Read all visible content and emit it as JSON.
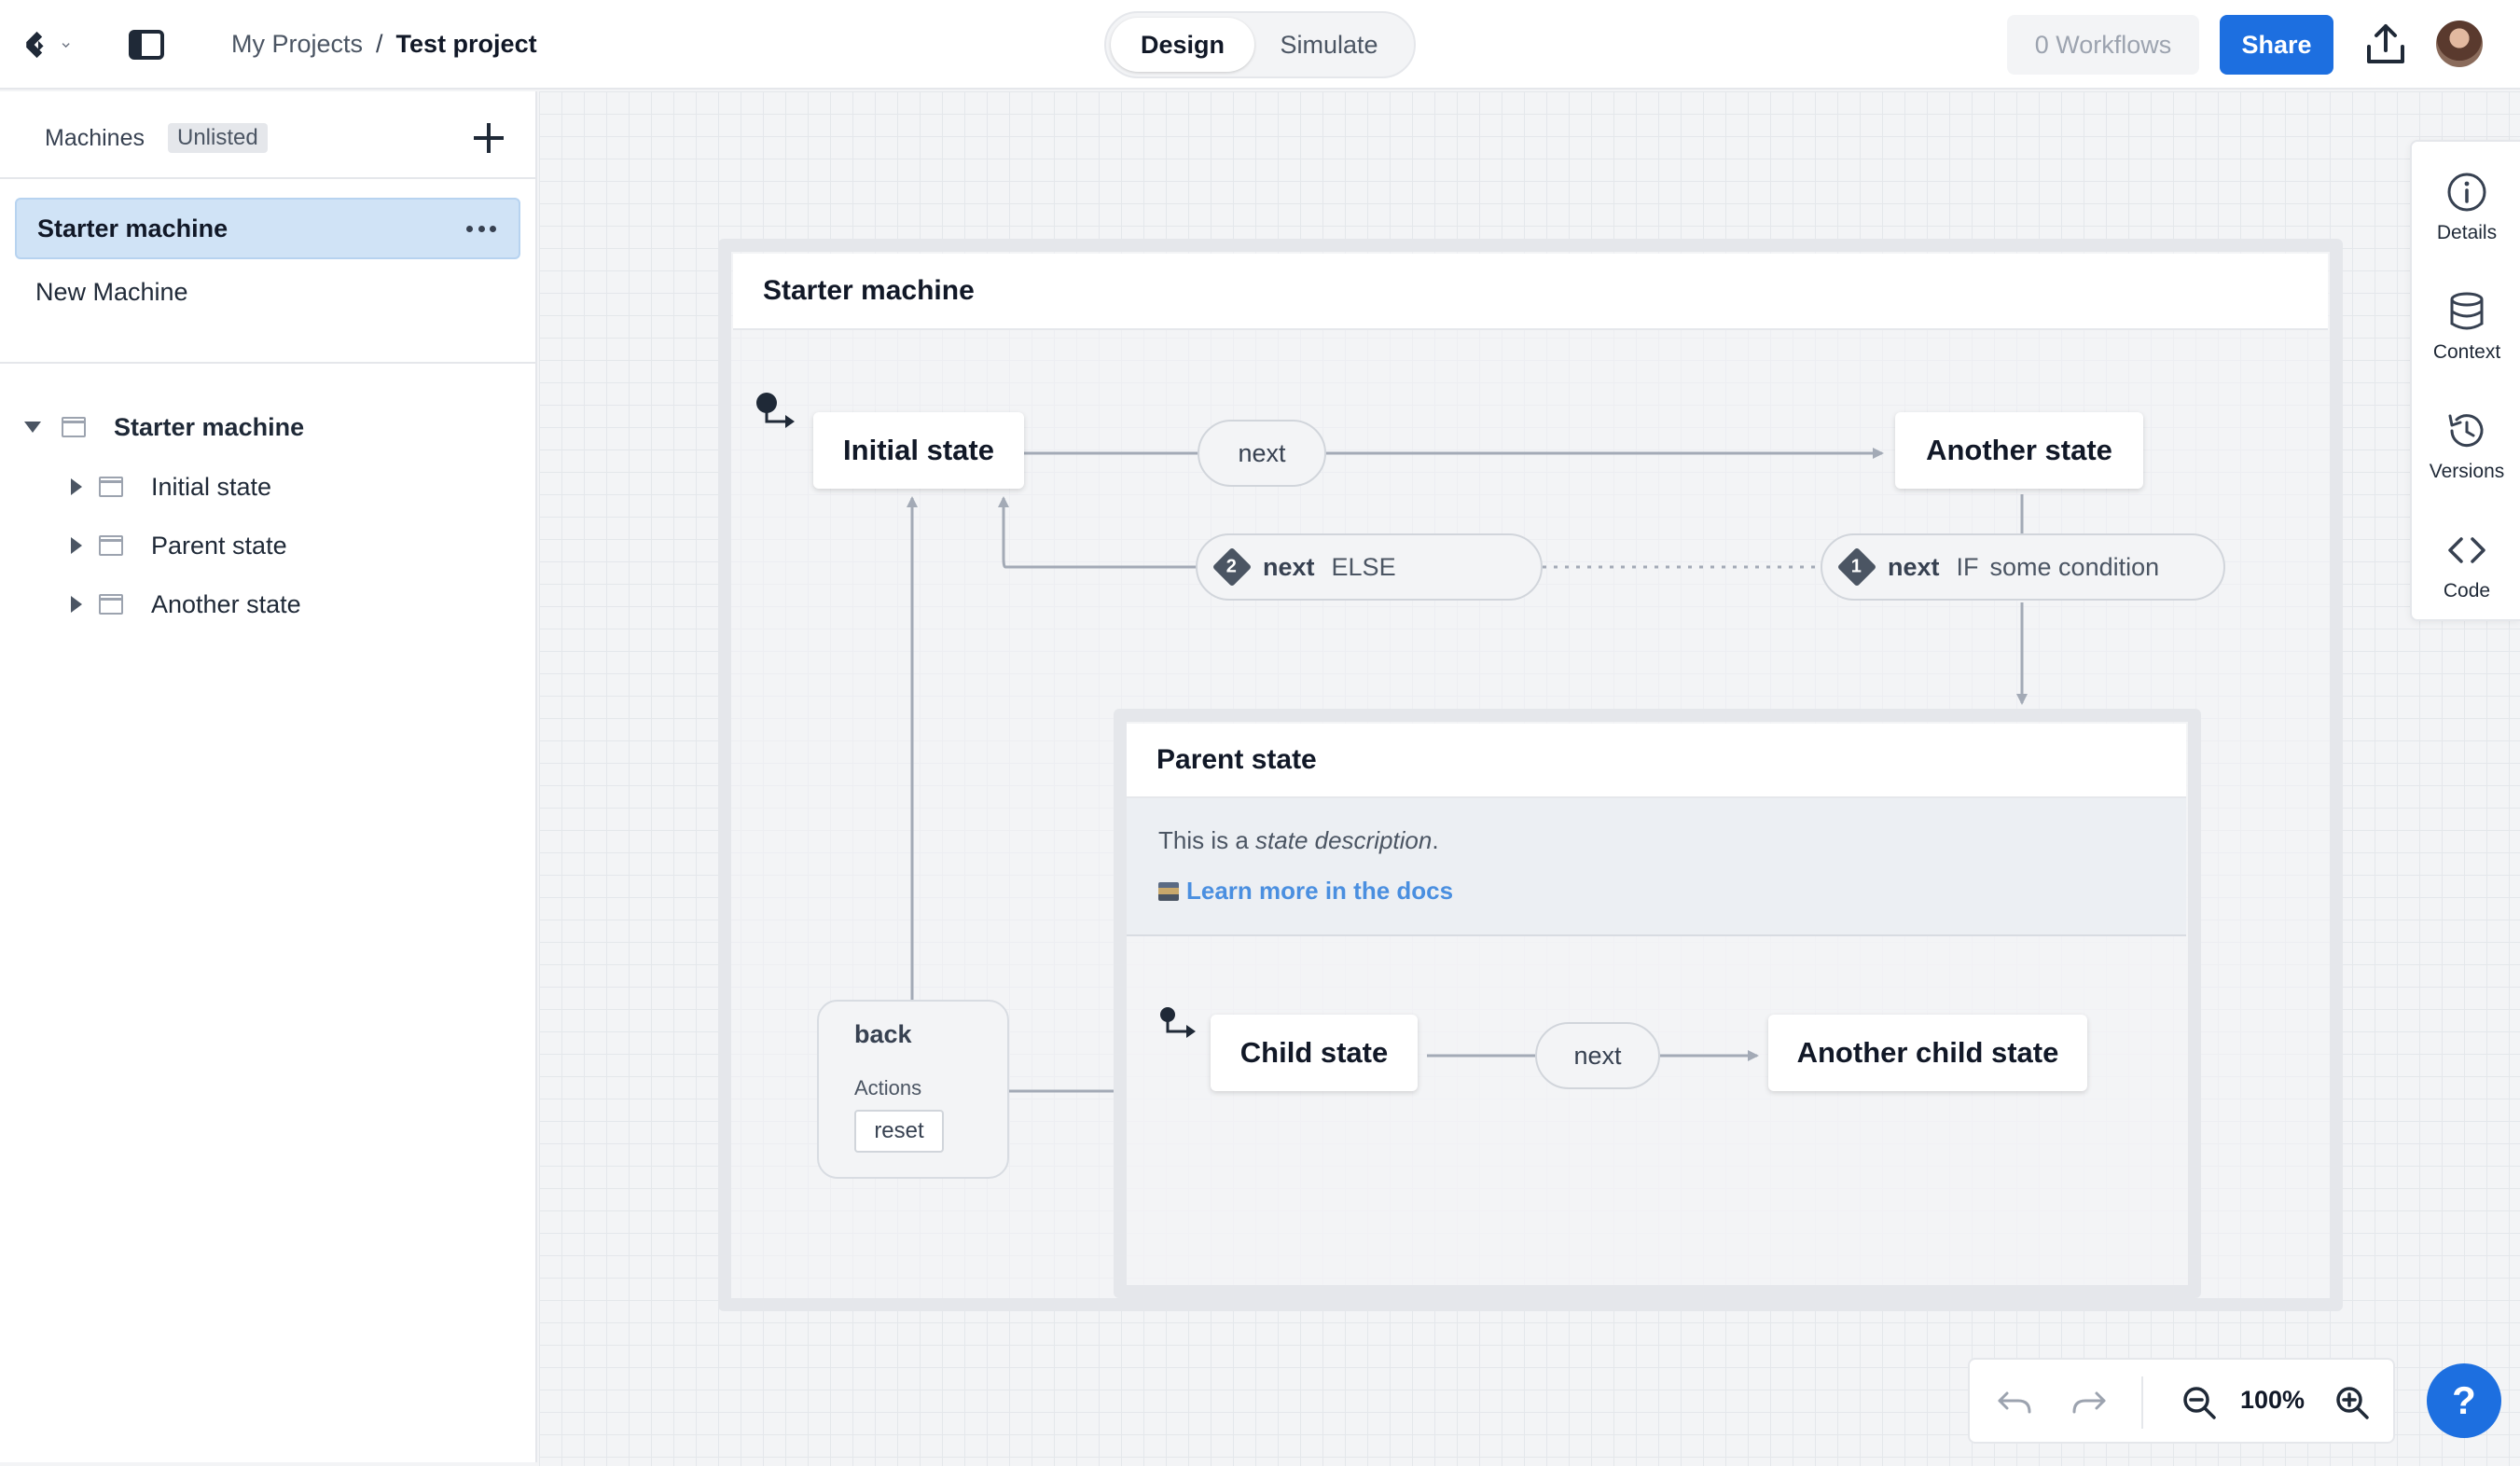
{
  "header": {
    "breadcrumb": {
      "parent": "My Projects",
      "separator": "/",
      "current": "Test project"
    },
    "modes": {
      "design": "Design",
      "simulate": "Simulate"
    },
    "workflows_label": "0 Workflows",
    "share_label": "Share"
  },
  "sidebar": {
    "title": "Machines",
    "badge": "Unlisted",
    "machines": [
      {
        "label": "Starter machine"
      },
      {
        "label": "New Machine"
      }
    ],
    "tree": {
      "root": "Starter machine",
      "children": [
        {
          "label": "Initial state"
        },
        {
          "label": "Parent state"
        },
        {
          "label": "Another state"
        }
      ]
    }
  },
  "canvas": {
    "machine_title": "Starter machine",
    "states": {
      "initial": "Initial state",
      "another": "Another state",
      "parent": "Parent state",
      "child": "Child state",
      "another_child": "Another child state"
    },
    "events": {
      "next_top": "next",
      "next_child": "next",
      "guard_else": {
        "number": "2",
        "event": "next",
        "keyword": "ELSE"
      },
      "guard_if": {
        "number": "1",
        "event": "next",
        "keyword": "IF",
        "condition": "some condition"
      }
    },
    "parent_description": {
      "plain": "This is a ",
      "italic": "state description",
      "end": ".",
      "link": "Learn more in the docs"
    },
    "back_transition": {
      "event": "back",
      "actions_label": "Actions",
      "action": "reset"
    }
  },
  "right_panel": {
    "items": [
      {
        "label": "Details",
        "icon": "info-icon"
      },
      {
        "label": "Context",
        "icon": "database-icon"
      },
      {
        "label": "Versions",
        "icon": "history-icon"
      },
      {
        "label": "Code",
        "icon": "code-icon"
      }
    ]
  },
  "zoom_toolbar": {
    "zoom": "100%"
  },
  "help": {
    "label": "?"
  },
  "colors": {
    "accent": "#1d6fe0",
    "selected": "#d0e3f6",
    "link": "#4a8fe0"
  }
}
